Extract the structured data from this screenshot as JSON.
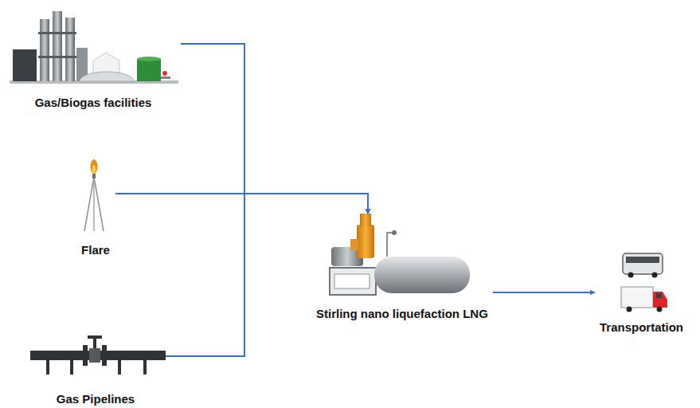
{
  "diagram": {
    "nodes": [
      {
        "text": [
          "Gas/Biogas facilities"
        ]
      },
      {
        "text": [
          "Flare"
        ]
      },
      {
        "text": [
          "Gas Pipelines"
        ]
      },
      {
        "text": [
          "Stirling nano liquefaction LNG"
        ]
      },
      {
        "text": [
          "Transportation"
        ]
      }
    ],
    "edges": [
      {
        "from": 0,
        "to": 3,
        "arrow": "to"
      },
      {
        "from": 1,
        "to": 3,
        "arrow": "to"
      },
      {
        "from": 2,
        "to": 3,
        "arrow": "to"
      },
      {
        "from": 3,
        "to": 4,
        "arrow": "to"
      }
    ]
  }
}
